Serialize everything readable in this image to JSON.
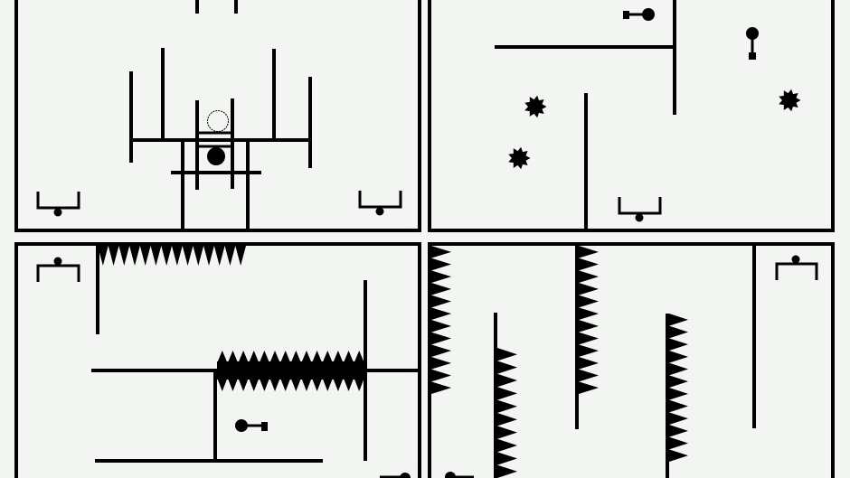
{
  "game": {
    "levels_visible": 4,
    "colors": {
      "background": "#f3f5f2",
      "ink": "#000000"
    },
    "elements": [
      "walls",
      "spike-strips",
      "spiked-mines",
      "keys",
      "ball",
      "ghost-ball",
      "cups"
    ]
  }
}
